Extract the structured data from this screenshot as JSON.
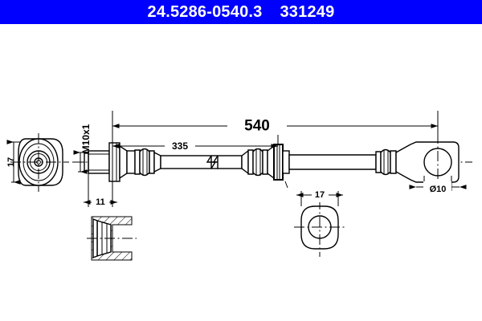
{
  "header": {
    "part_number": "24.5286-0540.3",
    "reference_number": "331249",
    "background_color": "#0000ff",
    "text_color": "#ffffff"
  },
  "drawing": {
    "title": "brake-hose-technical-drawing",
    "line_color": "#000000",
    "background_color": "#ffffff",
    "dimensions": {
      "overall_length": "540",
      "partial_length": "335",
      "left_end_width": "17",
      "left_thread": "M10x1",
      "left_collar_length": "11",
      "mid_bracket_width": "17",
      "right_hole_diameter": "Ø10"
    },
    "views": {
      "left_end_view": "hex-nut-end-view",
      "main_view": "hose-assembly-side-view",
      "left_section_view": "thread-cross-section",
      "mid_bracket_view": "bracket-plan-view",
      "right_fitting_view": "banjo-eye-fitting"
    }
  }
}
